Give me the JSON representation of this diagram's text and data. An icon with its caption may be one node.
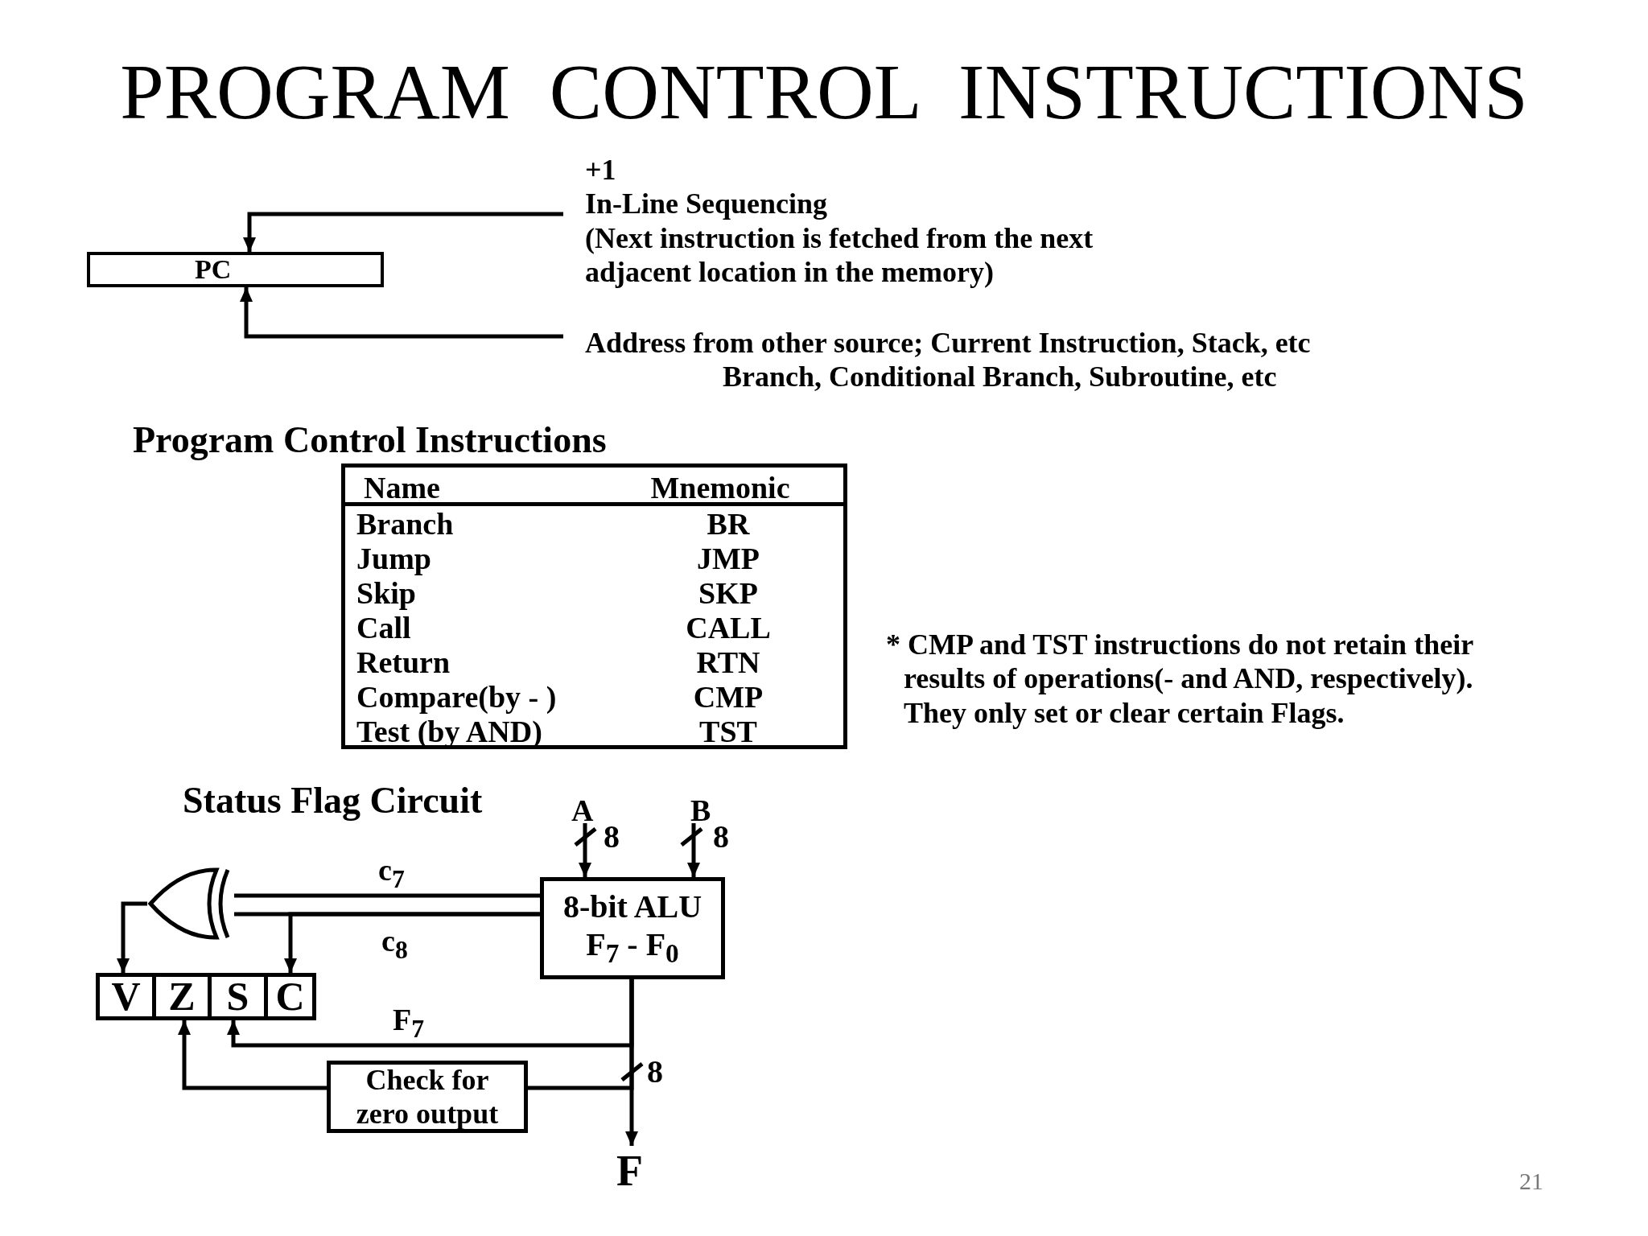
{
  "diagram": {
    "title": "PROGRAM  CONTROL  INSTRUCTIONS",
    "nodes": [
      {
        "text": [
          "PC"
        ]
      },
      {
        "text": [
          "+1",
          "In-Line Sequencing",
          "(Next instruction is fetched from the next adjacent location in the memory)"
        ]
      },
      {
        "text": [
          "Address from other source; Current Instruction, Stack, etc",
          "Branch, Conditional Branch, Subroutine, etc"
        ]
      },
      {
        "text": [
          "A"
        ]
      },
      {
        "text": [
          "B"
        ]
      },
      {
        "text": [],
        "shape": "gate"
      },
      {
        "text": [
          "8-bit ALU",
          "F$_{7}$ - F$_{0}$"
        ]
      },
      {
        "text": [
          "V"
        ]
      },
      {
        "text": [
          "Z"
        ]
      },
      {
        "text": [
          "S"
        ]
      },
      {
        "text": [
          "C"
        ]
      },
      {
        "text": [
          "Check for zero output"
        ]
      },
      {
        "text": [
          "F"
        ]
      }
    ],
    "edges": [
      {
        "from": 1,
        "to": 0,
        "arrow": "to"
      },
      {
        "from": 2,
        "to": 0,
        "arrow": "to"
      },
      {
        "from": 3,
        "to": 6,
        "arrow": "to"
      },
      {
        "from": 4,
        "to": 6,
        "arrow": "to"
      },
      {
        "from": 6,
        "to": 5,
        "arrow": "none",
        "label": "c$_{7}$"
      },
      {
        "from": 6,
        "to": 5,
        "arrow": "none",
        "label": "c$_{8}$"
      },
      {
        "from": 6,
        "to": 10,
        "arrow": "to"
      },
      {
        "from": 5,
        "to": 7,
        "arrow": "to"
      },
      {
        "from": 6,
        "to": 9,
        "arrow": "to",
        "label": "F$_{7}$"
      },
      {
        "from": 6,
        "to": 11,
        "arrow": "none"
      },
      {
        "from": 11,
        "to": 8,
        "arrow": "to"
      },
      {
        "from": 6,
        "to": 12,
        "arrow": "to"
      }
    ],
    "labels": [
      "Program Control Instructions",
      "Name",
      "Mnemonic",
      "Branch",
      "BR",
      "Jump",
      "JMP",
      "Skip",
      "SKP",
      "Call",
      "CALL",
      "Return",
      "RTN",
      "Compare(by - )",
      "CMP",
      "Test (by AND)",
      "TST",
      "* CMP and TST instructions do not retain their results of operations(- and AND, respectively). They only set or clear certain Flags.",
      "Status Flag Circuit",
      "8",
      "8",
      "8",
      "21"
    ]
  }
}
